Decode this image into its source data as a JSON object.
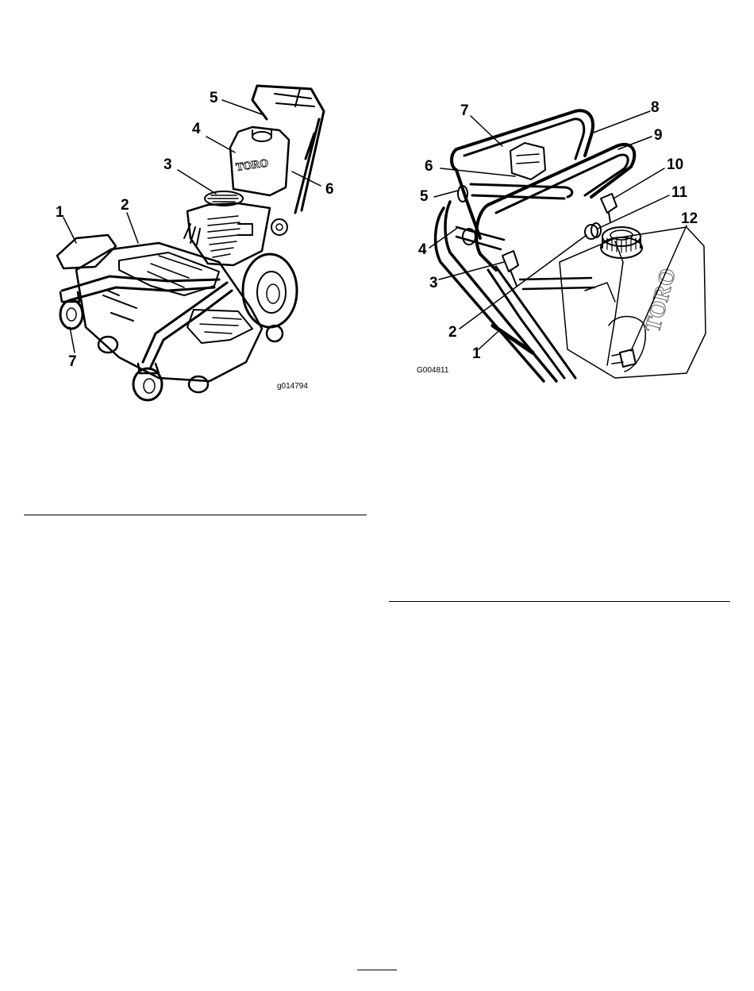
{
  "figure1": {
    "code": "g014794",
    "brand_mark": "TORO",
    "callouts": [
      "1",
      "2",
      "3",
      "4",
      "5",
      "6",
      "7"
    ]
  },
  "figure2": {
    "code": "G004811",
    "brand_mark": "TORO",
    "callouts": [
      "1",
      "2",
      "3",
      "4",
      "5",
      "6",
      "7",
      "8",
      "9",
      "10",
      "11",
      "12"
    ]
  },
  "footer": {
    "page_marker": ""
  }
}
